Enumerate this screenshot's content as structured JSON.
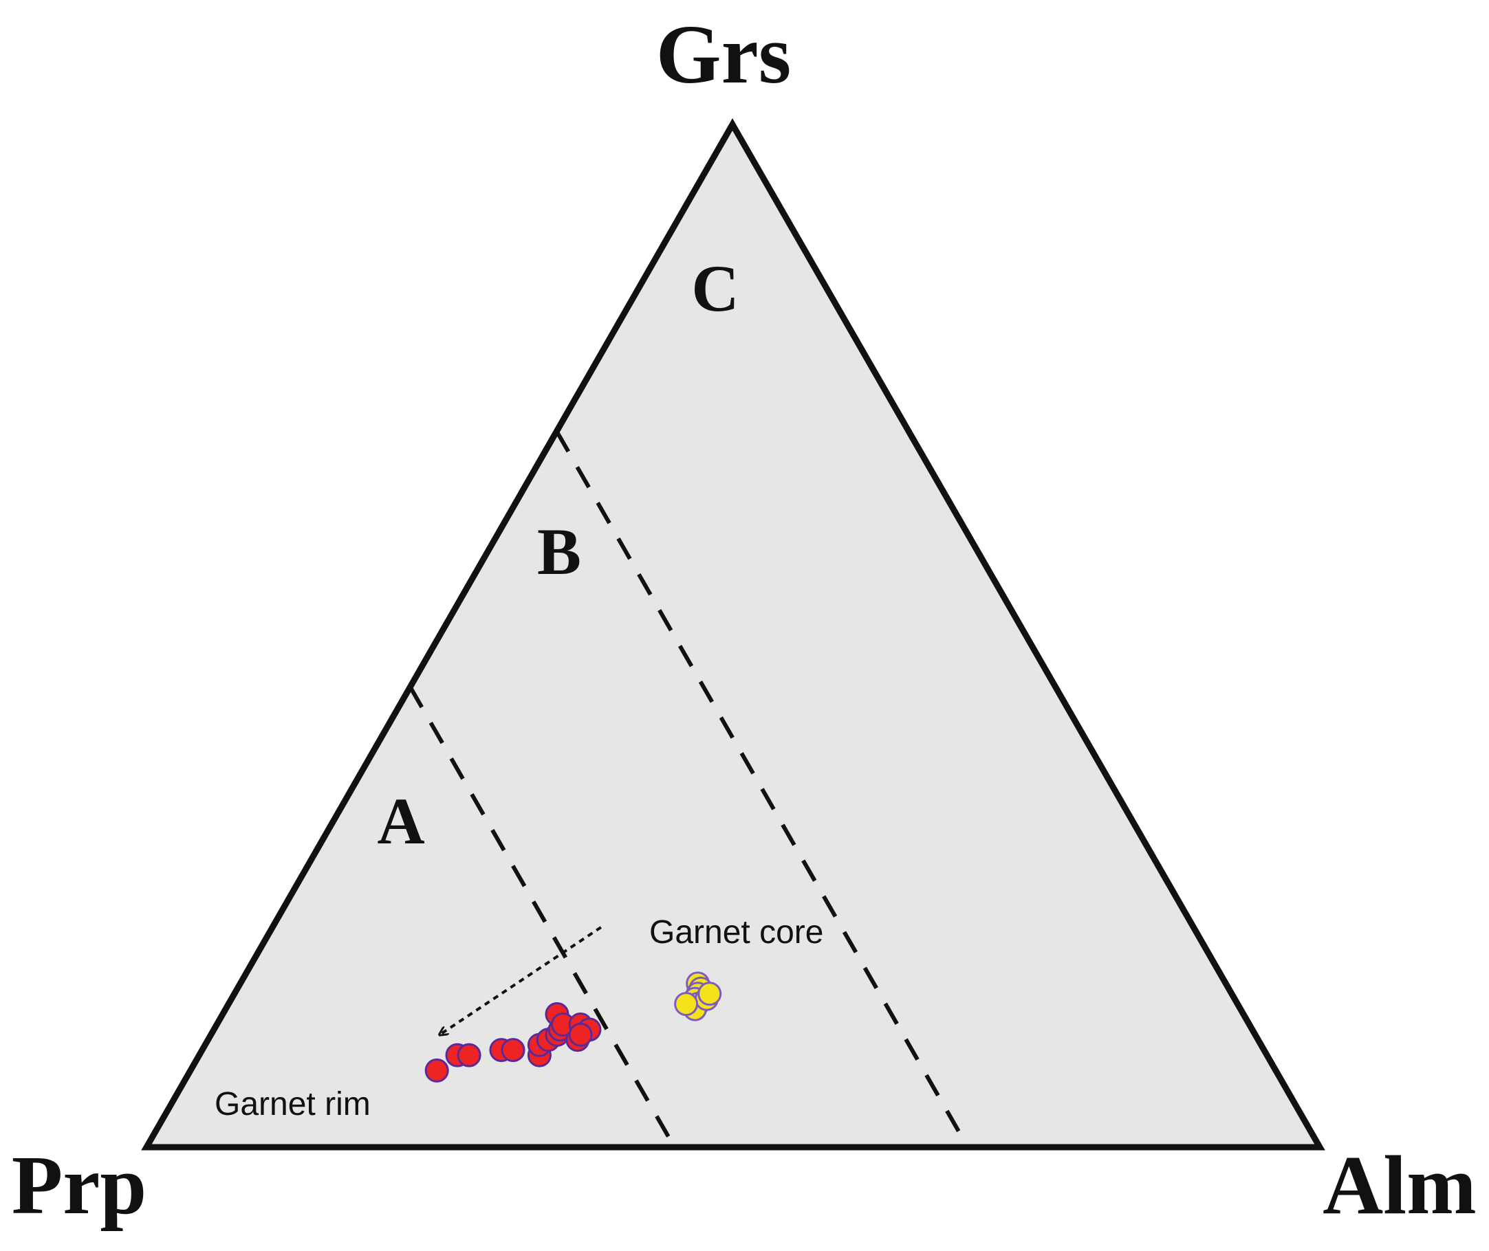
{
  "chart_data": {
    "type": "scatter",
    "subtype": "ternary",
    "vertices": {
      "top": "Grs",
      "left": "Prp",
      "right": "Alm"
    },
    "components": [
      "Grs",
      "Prp",
      "Alm"
    ],
    "region_labels": [
      "A",
      "B",
      "C"
    ],
    "boundaries": [
      {
        "line": "dashed",
        "from": {
          "Grs": 45,
          "Prp": 55,
          "Alm": 0
        },
        "to": {
          "Grs": 0,
          "Prp": 55,
          "Alm": 45
        }
      },
      {
        "line": "dashed",
        "from": {
          "Grs": 70,
          "Prp": 30,
          "Alm": 0
        },
        "to": {
          "Grs": 0,
          "Prp": 30,
          "Alm": 70
        }
      }
    ],
    "annotations": [
      {
        "text": "Garnet core"
      },
      {
        "text": "Garnet rim"
      }
    ],
    "arrow": {
      "line": "dotted",
      "from": {
        "Grs": 21.5,
        "Prp": 50.5,
        "Alm": 28
      },
      "to": {
        "Grs": 11,
        "Prp": 69.5,
        "Alm": 19.5
      }
    },
    "fill_color": "#e6e6e6",
    "series": [
      {
        "name": "Garnet core",
        "color": "#f5e31a",
        "edge_color": "#7b5cc4",
        "points": [
          {
            "Grs": 16.0,
            "Prp": 45.0,
            "Alm": 39.0
          },
          {
            "Grs": 15.5,
            "Prp": 45.0,
            "Alm": 39.5
          },
          {
            "Grs": 15.0,
            "Prp": 45.5,
            "Alm": 39.5
          },
          {
            "Grs": 14.5,
            "Prp": 46.0,
            "Alm": 39.5
          },
          {
            "Grs": 14.0,
            "Prp": 46.0,
            "Alm": 40.0
          },
          {
            "Grs": 13.5,
            "Prp": 46.5,
            "Alm": 40.0
          },
          {
            "Grs": 14.5,
            "Prp": 45.0,
            "Alm": 40.5
          },
          {
            "Grs": 15.0,
            "Prp": 44.5,
            "Alm": 40.5
          },
          {
            "Grs": 14.0,
            "Prp": 47.0,
            "Alm": 39.0
          }
        ]
      },
      {
        "name": "Garnet rim",
        "color": "#ee2424",
        "edge_color": "#5a2a9a",
        "points": [
          {
            "Grs": 7.5,
            "Prp": 71.5,
            "Alm": 21.0
          },
          {
            "Grs": 9.0,
            "Prp": 69.0,
            "Alm": 22.0
          },
          {
            "Grs": 9.0,
            "Prp": 68.0,
            "Alm": 23.0
          },
          {
            "Grs": 9.5,
            "Prp": 65.0,
            "Alm": 25.5
          },
          {
            "Grs": 9.5,
            "Prp": 64.0,
            "Alm": 26.5
          },
          {
            "Grs": 9.0,
            "Prp": 62.0,
            "Alm": 29.0
          },
          {
            "Grs": 10.0,
            "Prp": 61.5,
            "Alm": 28.5
          },
          {
            "Grs": 10.5,
            "Prp": 60.5,
            "Alm": 29.0
          },
          {
            "Grs": 11.0,
            "Prp": 59.5,
            "Alm": 29.5
          },
          {
            "Grs": 11.5,
            "Prp": 59.0,
            "Alm": 29.5
          },
          {
            "Grs": 13.0,
            "Prp": 58.5,
            "Alm": 28.5
          },
          {
            "Grs": 12.0,
            "Prp": 58.5,
            "Alm": 29.5
          },
          {
            "Grs": 10.5,
            "Prp": 58.0,
            "Alm": 31.5
          },
          {
            "Grs": 12.0,
            "Prp": 57.0,
            "Alm": 31.0
          },
          {
            "Grs": 11.5,
            "Prp": 56.5,
            "Alm": 32.0
          },
          {
            "Grs": 11.0,
            "Prp": 57.5,
            "Alm": 31.5
          }
        ]
      }
    ]
  }
}
